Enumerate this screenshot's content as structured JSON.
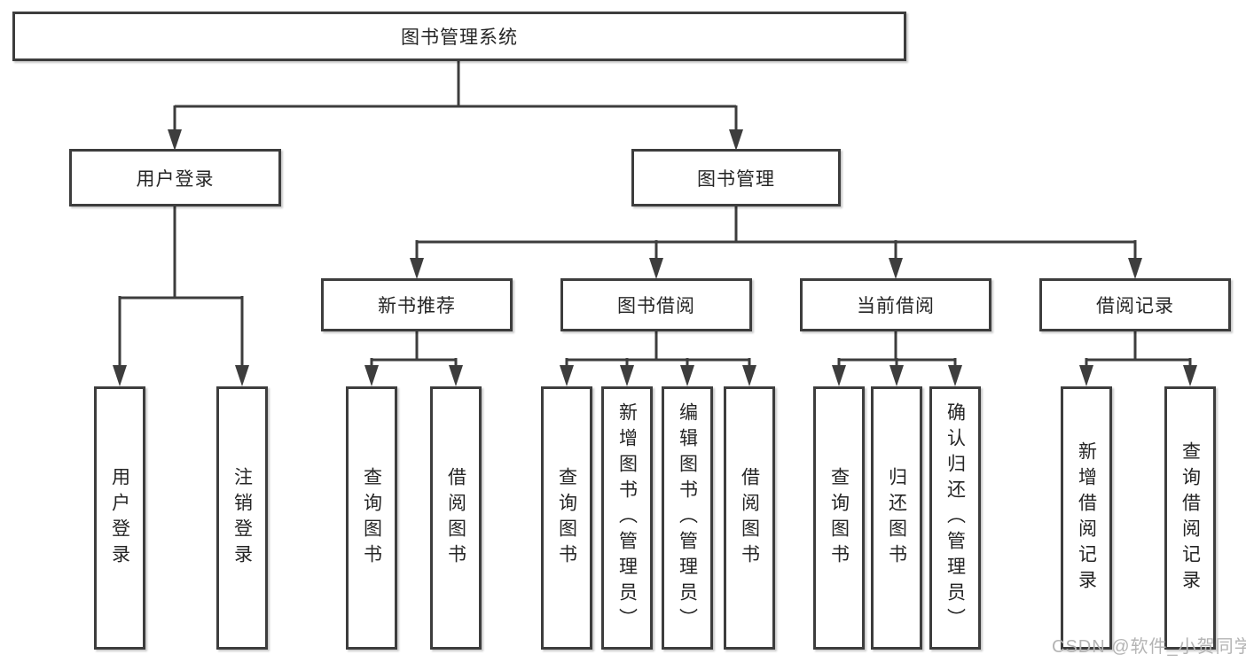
{
  "diagram": {
    "root": {
      "label": "图书管理系统"
    },
    "branches": [
      {
        "label": "用户登录",
        "leaves": [
          {
            "label": "用户登录"
          },
          {
            "label": "注销登录"
          }
        ]
      },
      {
        "label": "图书管理",
        "sections": [
          {
            "label": "新书推荐",
            "leaves": [
              {
                "label": "查询图书"
              },
              {
                "label": "借阅图书"
              }
            ]
          },
          {
            "label": "图书借阅",
            "leaves": [
              {
                "label": "查询图书"
              },
              {
                "label": "新增图书（管理员）"
              },
              {
                "label": "编辑图书（管理员）"
              },
              {
                "label": "借阅图书"
              }
            ]
          },
          {
            "label": "当前借阅",
            "leaves": [
              {
                "label": "查询图书"
              },
              {
                "label": "归还图书"
              },
              {
                "label": "确认归还（管理员）"
              }
            ]
          },
          {
            "label": "借阅记录",
            "leaves": [
              {
                "label": "新增借阅记录"
              },
              {
                "label": "查询借阅记录"
              }
            ]
          }
        ]
      }
    ]
  },
  "watermark": {
    "text": "CSDN @软件_小贺同学"
  },
  "colors": {
    "line": "#3d3d3d",
    "box_border": "#3d3d3d",
    "box_fill": "#ffffff",
    "text": "#252525",
    "watermark_text": "#b4b4b4",
    "background": "#ffffff"
  }
}
